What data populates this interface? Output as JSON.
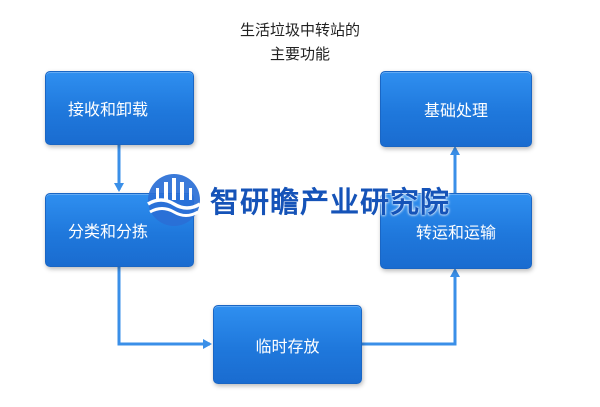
{
  "title": {
    "line1": "生活垃圾中转站的",
    "line2": "主要功能"
  },
  "nodes": {
    "receive": "接收和卸载",
    "sort": "分类和分拣",
    "temp_storage": "临时存放",
    "transport": "转运和运输",
    "basic_processing": "基础处理"
  },
  "watermark": {
    "text": "智研瞻产业研究院"
  },
  "colors": {
    "box_fill": "#1f78dc",
    "arrow": "#3a8fe8",
    "watermark": "#1553b8"
  }
}
